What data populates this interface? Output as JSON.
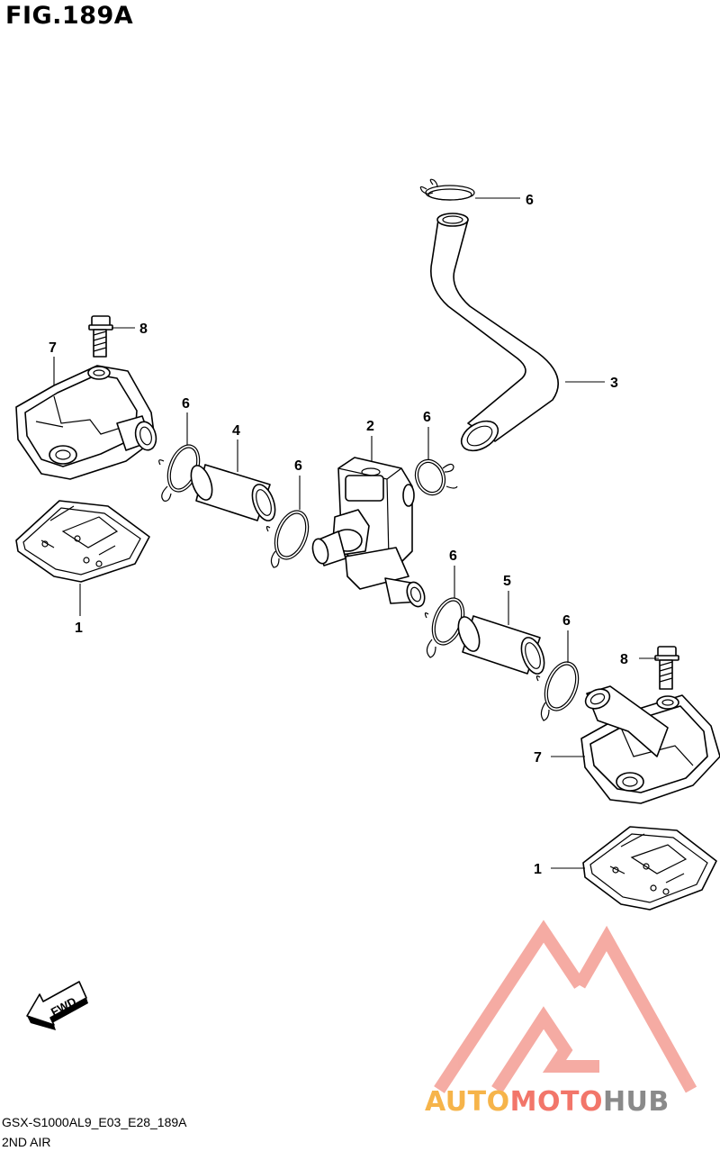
{
  "figure": {
    "title": "FIG.189A"
  },
  "callouts": {
    "c1a": "1",
    "c1b": "1",
    "c2": "2",
    "c3": "3",
    "c4": "4",
    "c5": "5",
    "c6a": "6",
    "c6b": "6",
    "c6c": "6",
    "c6d": "6",
    "c6e": "6",
    "c6f": "6",
    "c7a": "7",
    "c7b": "7",
    "c8a": "8",
    "c8b": "8"
  },
  "fwd_label": "FWD",
  "footer": {
    "model_code": "GSX-S1000AL9_E03_E28_189A",
    "section_name": "2ND AIR"
  },
  "watermark": {
    "auto": "AUTO",
    "moto": "MOTO",
    "hub": "HUB",
    "colors": {
      "auto": "#f6b44a",
      "moto": "#f2766a",
      "hub": "#8a8a8a",
      "logo": "#f4a39a"
    }
  }
}
